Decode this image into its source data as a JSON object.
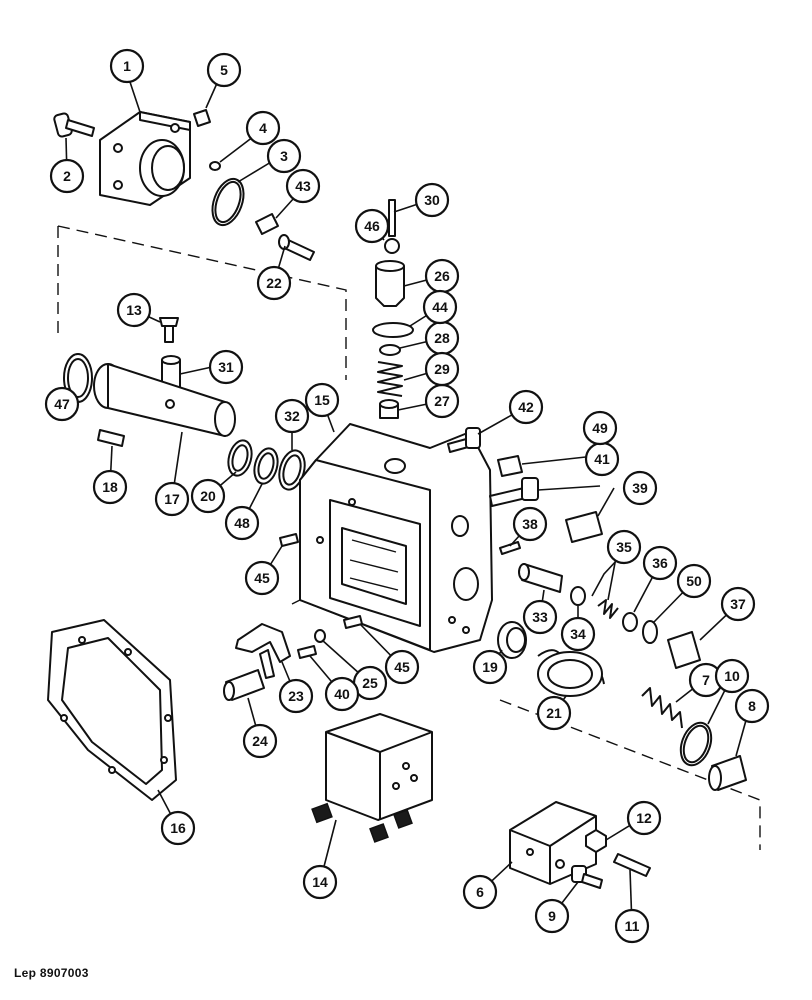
{
  "diagram": {
    "reference_code": "Lep 8907003",
    "callouts": [
      "1",
      "2",
      "3",
      "4",
      "5",
      "6",
      "7",
      "8",
      "9",
      "10",
      "11",
      "12",
      "13",
      "14",
      "15",
      "16",
      "17",
      "18",
      "19",
      "20",
      "21",
      "22",
      "23",
      "24",
      "25",
      "26",
      "27",
      "28",
      "29",
      "30",
      "31",
      "32",
      "33",
      "34",
      "35",
      "36",
      "37",
      "38",
      "39",
      "40",
      "41",
      "42",
      "43",
      "44",
      "45",
      "45",
      "46",
      "47",
      "48",
      "49",
      "50"
    ]
  }
}
